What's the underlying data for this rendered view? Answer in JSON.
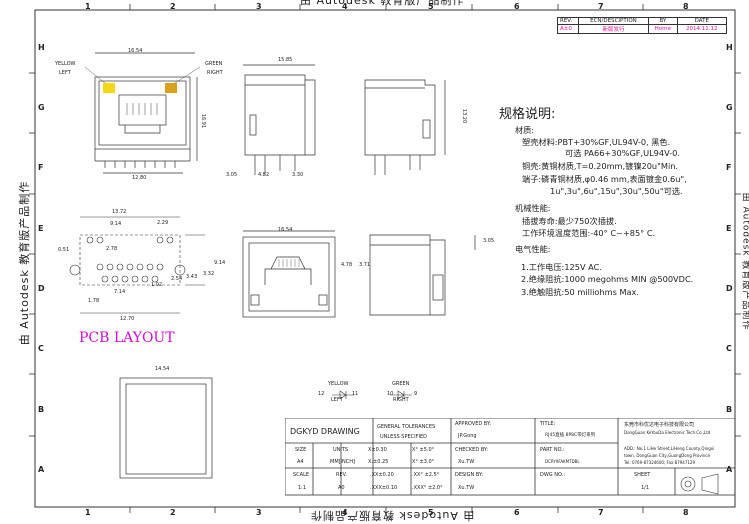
{
  "watermark": "由 Autodesk 教育版产品制作",
  "grid": {
    "columns": [
      "1",
      "2",
      "3",
      "4",
      "5",
      "6",
      "7",
      "8"
    ],
    "rows": [
      "H",
      "G",
      "F",
      "E",
      "D",
      "C",
      "B",
      "A"
    ]
  },
  "revision_table": {
    "headers": [
      "REV.",
      "ECN/DESCIPTION",
      "BY",
      "DATE"
    ],
    "row": [
      "A±0",
      "新版发行",
      "Home",
      "2014.11.12"
    ],
    "row_color": "#e0189a"
  },
  "labels": {
    "yellow_left": [
      "YELLOW",
      "LEFT"
    ],
    "green_right": [
      "GREEN",
      "RIGHT"
    ],
    "pcb_layout": "PCB LAYOUT",
    "pcb_layout_color": "#cc11cc",
    "led_yellow_color": "#f5d814",
    "led_green_color": "#d8a21a",
    "bottom_yellow": [
      "YELLOW",
      "LEFT"
    ],
    "bottom_green": [
      "GREEN",
      "RIGHT"
    ],
    "bottom_pins_left": [
      "12",
      "11"
    ],
    "bottom_pins_right": [
      "10",
      "9"
    ]
  },
  "dimensions": {
    "front_width": "16.54",
    "front_height": "16.91",
    "front_pin_span": "12.80",
    "side_width": "15.85",
    "side_a": "3.05",
    "side_b": "4.82",
    "side_c": "3.30",
    "rear_height": "13.20",
    "pcb_w1": "13.72",
    "pcb_w2": "2.29",
    "pcb_w3": "9.14",
    "pcb_a": "2.78",
    "pcb_b": "0.51",
    "pcb_c": "1.02",
    "pcb_d": "3.43",
    "pcb_e": "3.32",
    "pcb_f": "2.54",
    "pcb_g": "9.14",
    "pcb_h": "7.14",
    "pcb_i": "1.78",
    "pcb_j": "12.70",
    "top_width": "16.54",
    "top_a": "4.78",
    "top_b": "3.71",
    "rear2_a": "3.05",
    "bottom_width": "14.54"
  },
  "specs": {
    "title": "规格说明:",
    "material_header": "材质:",
    "material_lines": [
      "塑壳材料:PBT+30%GF,UL94V-0, 黑色.",
      "可选 PA66+30%GF,UL94V-0.",
      "铜壳:黄铜材质,T=0.20mm,镀镍20u\"Min.",
      "端子:磷青铜材质,φ0.46 mm,表面镀金0.6u\",",
      "1u\",3u\",6u\",15u\",30u\",50u\"可选."
    ],
    "mechanical_header": "机械性能:",
    "mechanical_lines": [
      "插拔寿命:最少750次插拔.",
      "工作环境温度范围:-40° C~+85° C."
    ],
    "electrical_header": "电气性能:",
    "electrical_lines": [
      "1.工作电压:125V AC.",
      "2.绝缘阻抗:1000 megohms MIN @500VDC.",
      "3.绝触阻抗:50 milliohms Max."
    ]
  },
  "title_block": {
    "drawing": "DGKYD DRAWING",
    "general_tol": [
      "GENERAL TOLERANCES",
      "UNLESS SPECIFIED"
    ],
    "approved_by": "APPROVED BY:",
    "approved_name": "JP.Gong",
    "title_label": "TITLE:",
    "title_value": "RJ45直插 8P8C带灯系列",
    "company_cn": "东莞市科优达电子科技有限公司",
    "company_en": "DongGuan KeYouDa Electronic Tech.Co.,Ltd",
    "address": [
      "ADD.: No.1 LiHe Street,LiHeng County,Qingxi",
      "town, DongGuan City,GuangDong Province",
      "Tel: 0769-87324600; Fax:87947129"
    ],
    "size_label": "SIZE",
    "size_value": "A4",
    "units_label": "UNITS",
    "units_value": "MM[INCH]",
    "tol_a": [
      "X±0.30",
      "X.±0.25"
    ],
    "tol_b": [
      "X° ±5.0°",
      "X° ±3.0°"
    ],
    "checked_by": "CHECKED BY:",
    "checked_name": "Xu.TW",
    "part_no": "PART NO.:",
    "part_value": "DCRY9FAKMTDBL",
    "scale_label": "SCALE",
    "scale_value": "1:1",
    "rev_label": "REV.",
    "rev_value": "A0",
    "tol_c": ".XX±0.20",
    "tol_d": ".XXX±0.10",
    "tol_e": ".XX° ±2.5°",
    "tol_f": ".XXX° ±2.0°",
    "design_by": "DESIGN BY:",
    "design_name": "Xu.TW",
    "dwg_no": "DWG NO.:",
    "sheet_label": "SHEET",
    "sheet_value": "1/1"
  }
}
